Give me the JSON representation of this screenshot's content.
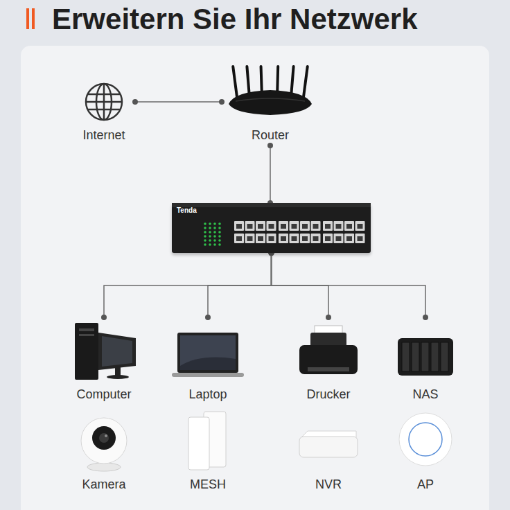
{
  "diagram": {
    "title": "Erweitern Sie Ihr Netzwerk",
    "nodes": [
      {
        "text": [
          "Internet"
        ]
      },
      {
        "text": [
          "Router"
        ]
      },
      {
        "text": [
          "Tenda"
        ]
      },
      {
        "text": [
          "Computer"
        ]
      },
      {
        "text": [
          "Laptop"
        ]
      },
      {
        "text": [
          "Drucker"
        ]
      },
      {
        "text": [
          "NAS"
        ]
      },
      {
        "text": [
          "Kamera"
        ]
      },
      {
        "text": [
          "MESH"
        ]
      },
      {
        "text": [
          "NVR"
        ]
      },
      {
        "text": [
          "AP"
        ]
      }
    ],
    "edges": [
      {
        "from": 0,
        "to": 1,
        "arrow": "none"
      },
      {
        "from": 1,
        "to": 2,
        "arrow": "none"
      },
      {
        "from": 2,
        "to": 3,
        "arrow": "none"
      },
      {
        "from": 2,
        "to": 4,
        "arrow": "none"
      },
      {
        "from": 2,
        "to": 5,
        "arrow": "none"
      },
      {
        "from": 2,
        "to": 6,
        "arrow": "none"
      }
    ]
  }
}
